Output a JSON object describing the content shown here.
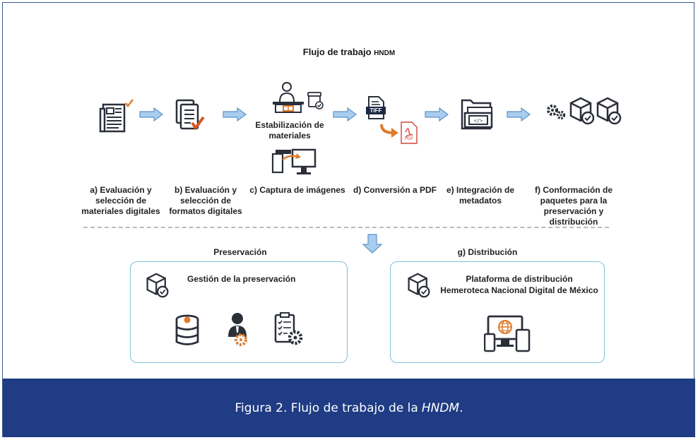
{
  "diagram": {
    "title_prefix": "Flujo de trabajo",
    "title_acronym": "HNDM",
    "steps": [
      {
        "label": "a) Evaluación y selección de materiales digitales"
      },
      {
        "label": "b) Evaluación y selección de formatos digitales"
      },
      {
        "label": "c) Captura de imágenes"
      },
      {
        "label": "d) Conversión a PDF"
      },
      {
        "label": "e) Integración de metadatos"
      },
      {
        "label": "f) Conformación de paquetes para la preservación y distribución"
      }
    ],
    "stabilization_label": "Estabilización de materiales",
    "tiff_label": "TIFF",
    "pdf_label": "PDF",
    "preservation": {
      "section_label": "Preservación",
      "box_title": "Gestión de la preservación"
    },
    "distribution": {
      "section_label": "g) Distribución",
      "box_title_line1": "Plataforma de distribución",
      "box_title_line2": "Hemeroteca Nacional Digital de México"
    },
    "colors": {
      "accent_blue": "#7fb0dc",
      "orange": "#e07a2a",
      "dark": "#2a2f3a",
      "box_border": "#7fc3d8",
      "caption_bg": "#1f3c84"
    }
  },
  "caption": {
    "prefix": "Figura 2. Flujo de trabajo de la",
    "emphasis": "HNDM",
    "suffix": "."
  }
}
